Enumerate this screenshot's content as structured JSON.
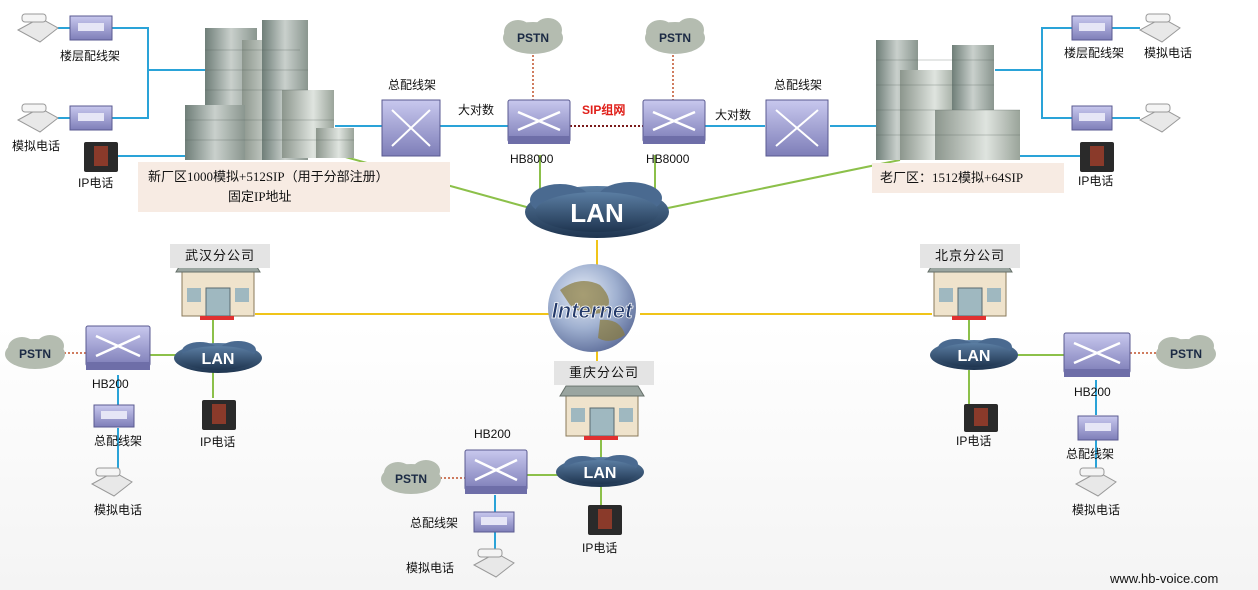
{
  "labels": {
    "sip_network": "SIP组网",
    "big_pair_left": "大对数",
    "big_pair_right": "大对数",
    "main_frame_left": "总配线架",
    "main_frame_right": "总配线架",
    "hb8000_left": "HB8000",
    "hb8000_right": "HB8000",
    "floor_frame_left": "楼层配线架",
    "floor_frame_right": "楼层配线架",
    "analog_phone_left": "模拟电话",
    "analog_phone_right": "模拟电话",
    "ip_phone_left": "IP电话",
    "ip_phone_right": "IP电话",
    "new_campus_line1": "新厂区1000模拟+512SIP（用于分部注册）",
    "new_campus_line2": "固定IP地址",
    "old_campus": "老厂区：1512模拟+64SIP",
    "pstn": "PSTN",
    "lan": "LAN",
    "internet": "Internet",
    "wuhan": "武汉分公司",
    "beijing": "北京分公司",
    "chongqing": "重庆分公司",
    "wuhan_hb200": "HB200",
    "wuhan_frame": "总配线架",
    "wuhan_analog": "模拟电话",
    "wuhan_ip": "IP电话",
    "cq_hb200": "HB200",
    "cq_frame": "总配线架",
    "cq_analog": "模拟电话",
    "cq_ip": "IP电话",
    "bj_hb200": "HB200",
    "bj_frame": "总配线架",
    "bj_analog": "模拟电话",
    "bj_ip": "IP电话",
    "website": "www.hb-voice.com"
  },
  "colors": {
    "blue_link": "#2aa3d8",
    "green_link": "#8cc04a",
    "yellow_link": "#f0c419",
    "pstn_link": "#c0502a",
    "sip_link": "#7a1a1a",
    "router": "#8e8ec8",
    "lan_cloud": "#2f4f6f",
    "pstn_cloud": "#b4bcb0"
  }
}
